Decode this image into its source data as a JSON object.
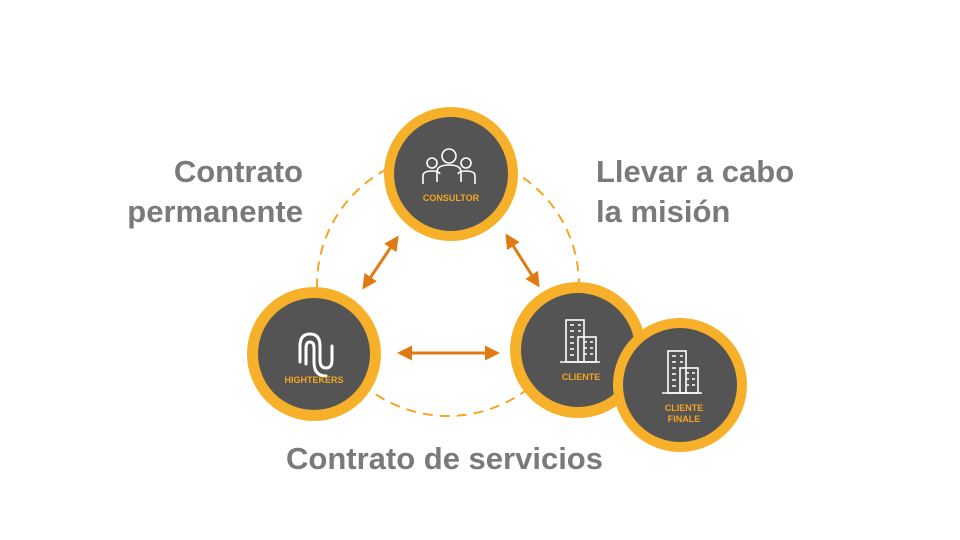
{
  "captions": {
    "left_line1": "Contrato",
    "left_line2": "permanente",
    "right_line1": "Llevar a cabo",
    "right_line2": "la misión",
    "bottom": "Contrato de servicios"
  },
  "nodes": {
    "consultor": {
      "label": "CONSULTOR",
      "icon": "people-group-icon"
    },
    "hightekers": {
      "label": "HIGHTEKERS",
      "icon": "hightekers-logo-icon"
    },
    "cliente": {
      "label": "CLIENTE",
      "icon": "building-icon"
    },
    "cliente_finale": {
      "label_line1": "CLIENTE",
      "label_line2": "FINALE",
      "icon": "building-icon"
    }
  },
  "colors": {
    "ring": "#f4a623",
    "ring_outer": "#f8b830",
    "node_fill": "#545454",
    "arrow": "#e07b14",
    "caption": "#7a7a7a"
  }
}
